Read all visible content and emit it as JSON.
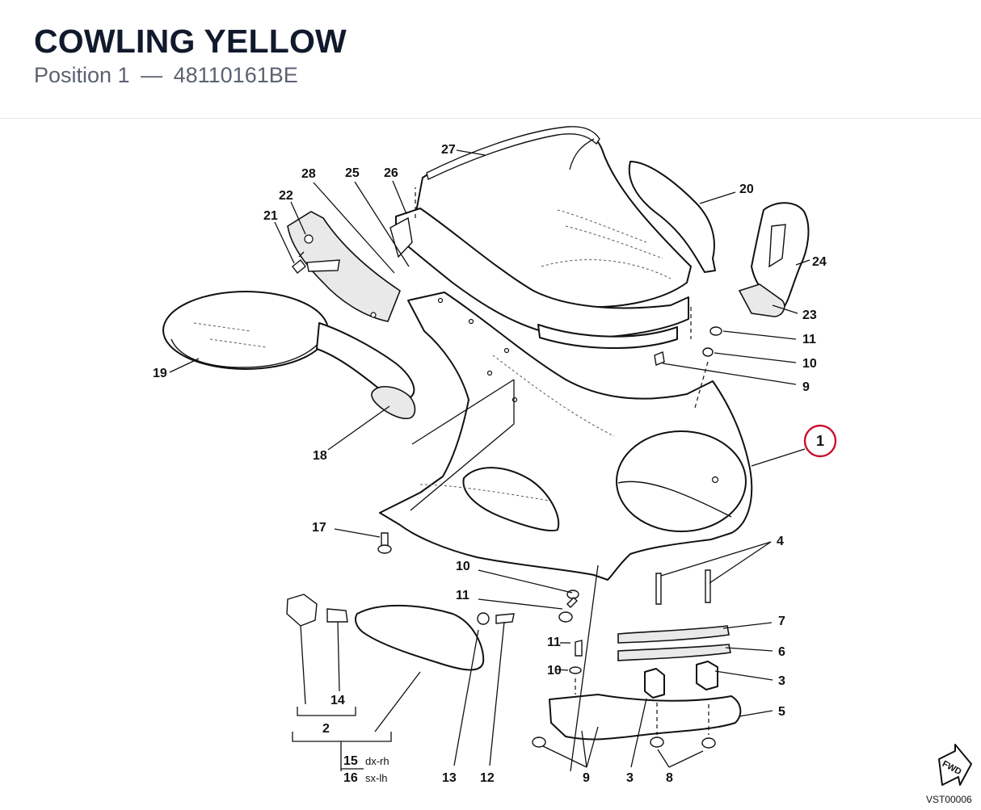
{
  "header": {
    "title": "COWLING YELLOW",
    "position_label": "Position 1",
    "separator": "—",
    "part_number": "48110161BE"
  },
  "diagram": {
    "highlighted_callout": "1",
    "callouts": {
      "c1": "1",
      "c2": "2",
      "c3a": "3",
      "c3b": "3",
      "c4": "4",
      "c5": "5",
      "c6": "6",
      "c7": "7",
      "c8": "8",
      "c9a": "9",
      "c9b": "9",
      "c10a": "10",
      "c10b": "10",
      "c10c": "10",
      "c11a": "11",
      "c11b": "11",
      "c11c": "11",
      "c12": "12",
      "c13": "13",
      "c14": "14",
      "c15": "15",
      "c16": "16",
      "c17": "17",
      "c18": "18",
      "c19": "19",
      "c20": "20",
      "c21": "21",
      "c22": "22",
      "c23": "23",
      "c24": "24",
      "c25": "25",
      "c26": "26",
      "c27": "27",
      "c28": "28"
    },
    "side_labels": {
      "rh": "dx-rh",
      "lh": "sx-lh"
    },
    "fwd_label": "FWD",
    "drawing_code": "VST00006"
  },
  "colors": {
    "highlight": "#c8102e",
    "title": "#111a2c",
    "subtitle": "#5a6272"
  }
}
